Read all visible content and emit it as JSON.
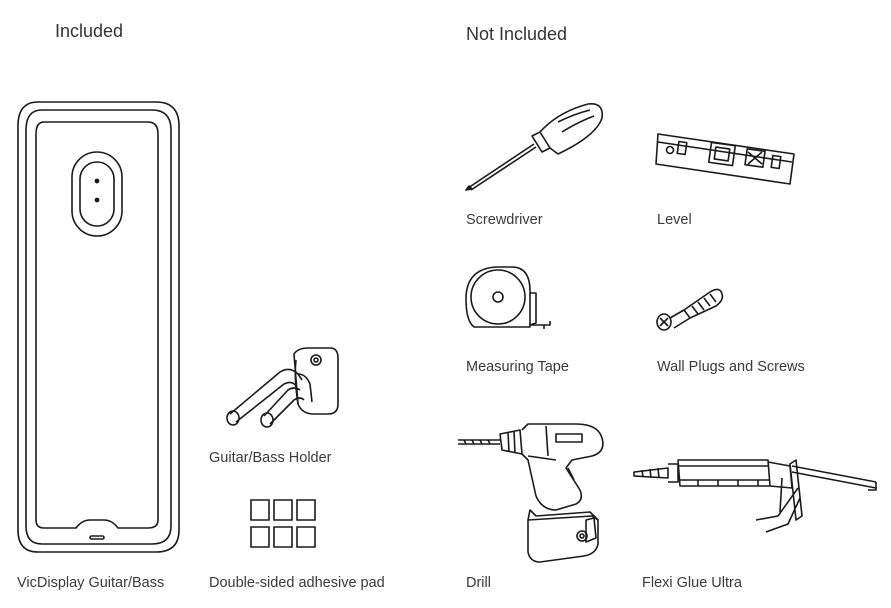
{
  "sections": {
    "included": {
      "heading": "Included",
      "items": [
        {
          "label": "VicDisplay Guitar/Bass",
          "icon": "display-case-icon"
        },
        {
          "label": "Guitar/Bass Holder",
          "icon": "guitar-holder-icon"
        },
        {
          "label": "Double-sided adhesive pad",
          "icon": "adhesive-pads-icon"
        }
      ]
    },
    "not_included": {
      "heading": "Not Included",
      "items": [
        {
          "label": "Screwdriver",
          "icon": "screwdriver-icon"
        },
        {
          "label": "Level",
          "icon": "spirit-level-icon"
        },
        {
          "label": "Measuring Tape",
          "icon": "measuring-tape-icon"
        },
        {
          "label": "Wall Plugs and Screws",
          "icon": "wall-plug-screw-icon"
        },
        {
          "label": "Drill",
          "icon": "drill-icon"
        },
        {
          "label": "Flexi Glue Ultra",
          "icon": "glue-gun-icon"
        }
      ]
    }
  },
  "colors": {
    "line": "#1a1a1a",
    "text": "#3a3a3a",
    "background": "#ffffff"
  }
}
